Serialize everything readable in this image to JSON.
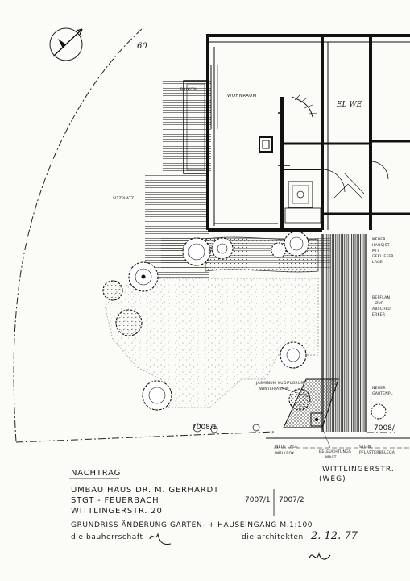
{
  "plan_labels": {
    "balkon": "BALKON",
    "wohnraum": "WOHNRAUM",
    "sitzplatz": "SITZPLATZ",
    "parcel_left": "7008/1",
    "parcel_right": "7008/",
    "parcel_bottom_left": "7007/1",
    "parcel_bottom_right": "7007/2",
    "street_name": "WITTLINGERSTR.",
    "street_type": "(WEG)",
    "scale_mark": "60",
    "corner_note": "EL WE"
  },
  "annotations": {
    "neuer_hausstein_1": "NEUER",
    "neuer_hausstein_2": "HAUS(ST",
    "neuer_hausstein_3": "MIT",
    "neuer_hausstein_4": "GEKLIEFER",
    "neuer_hausstein_5": "LAGE",
    "bepflanzung_1": "BEPFLAN",
    "bepflanzung_2": "ZUR",
    "bepflanzung_3": "ABSCHLU",
    "bepflanzung_4": "ERKER",
    "jasmin_1": "JASMINUM NUDIFLORUM",
    "jasmin_2": "WINTERJASMIN",
    "neuer_gartenpl_1": "NEUER",
    "neuer_gartenpl_2": "GARTENPL",
    "neue_lage_1": "NEUE LAGE",
    "neue_lage_2": "MÜLLBOX",
    "beleuchtung_1": "BELEUCHTUNGS",
    "beleuchtung_2": "MAST",
    "stein_1": "STEIN",
    "stein_2": "PFLASTERBELEGA"
  },
  "title_block": {
    "nachtrag": "NACHTRAG",
    "line1": "UMBAU HAUS DR. M. GERHARDT",
    "line2": "STGT - FEUERBACH",
    "line3": "WITTLINGERSTR. 20",
    "line4": "GRUNDRISS ÄNDERUNG  GARTEN- + HAUSEINGANG  M.1:100",
    "client_label": "die bauherrschaft",
    "architect_label": "die architekten",
    "date": "2. 12. 77"
  }
}
